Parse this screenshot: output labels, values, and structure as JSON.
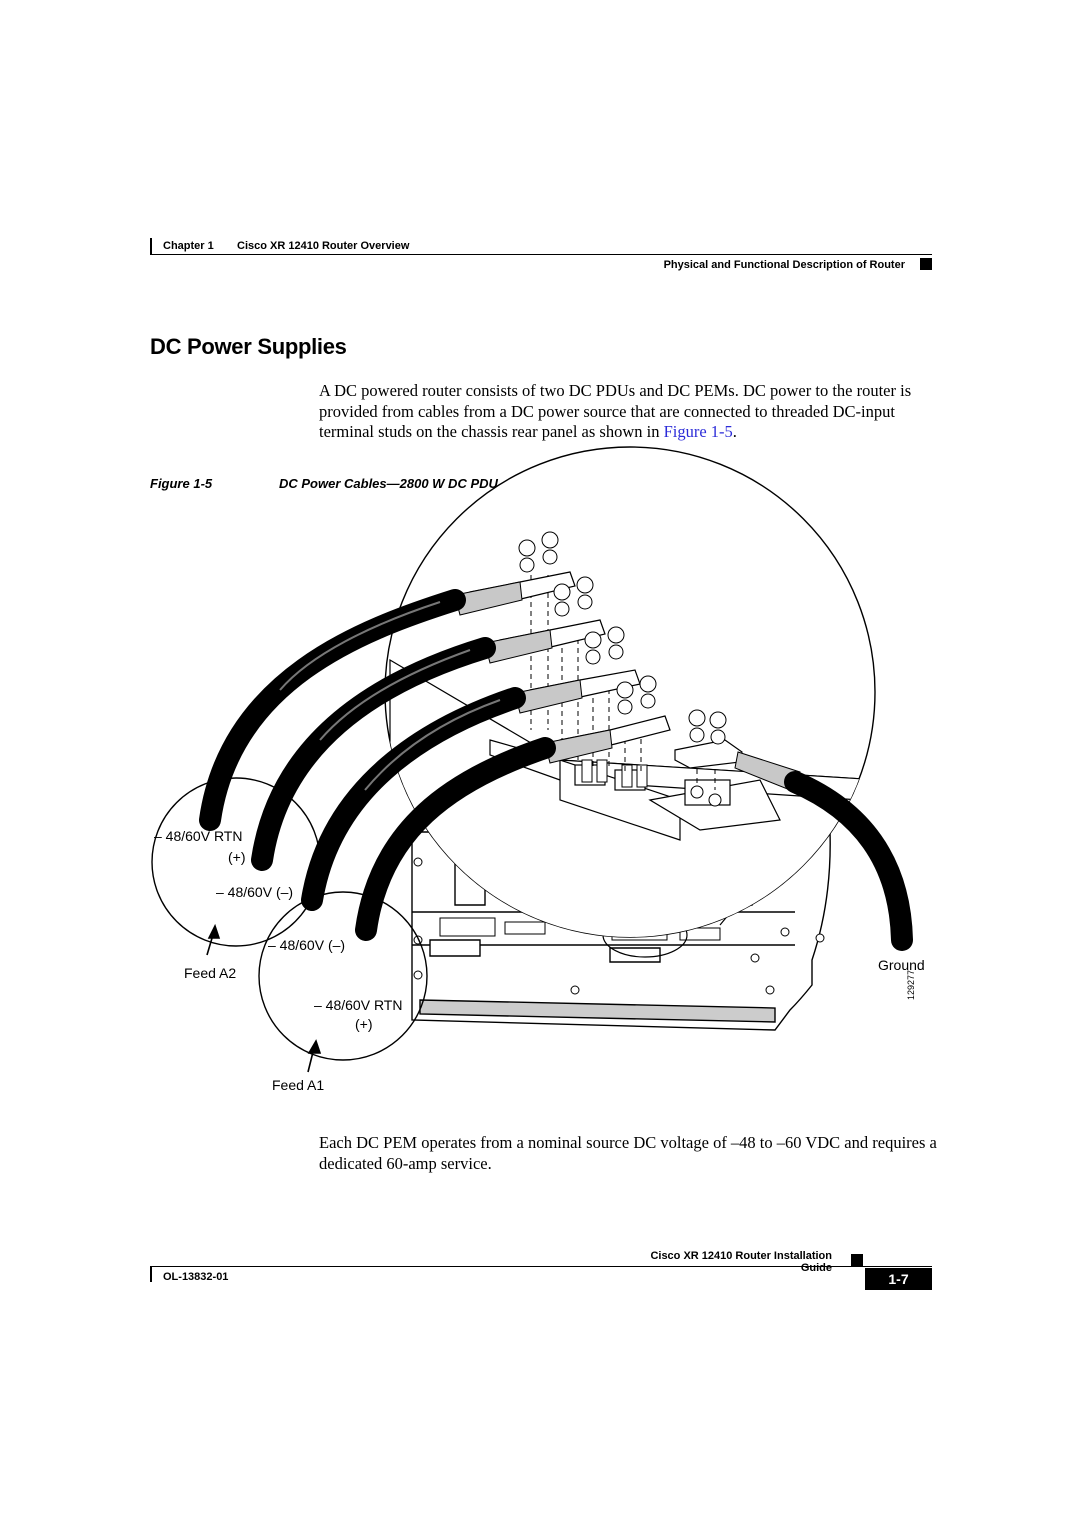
{
  "header": {
    "chapter": "Chapter 1",
    "chapter_title": "Cisco XR 12410 Router Overview",
    "section": "Physical and Functional Description of Router"
  },
  "section_title": "DC Power Supplies",
  "intro": {
    "text": "A DC powered router consists of two DC PDUs and DC PEMs. DC power to the router is provided from cables from a DC power source that are connected to threaded DC-input terminal studs on the chassis rear panel as shown in ",
    "link": "Figure 1-5",
    "end": "."
  },
  "figure": {
    "number": "Figure 1-5",
    "caption": "DC Power Cables—2800 W DC PDU",
    "labels": {
      "a2_rtn": "– 48/60V RTN",
      "a2_rtn_sign": "(+)",
      "a2_neg": "– 48/60V (–)",
      "feed_a2": "Feed A2",
      "a1_neg": "– 48/60V (–)",
      "a1_rtn": "– 48/60V RTN",
      "a1_rtn_sign": "(+)",
      "feed_a1": "Feed A1",
      "ground": "Ground",
      "art_id": "129277"
    }
  },
  "after_text": "Each DC PEM operates from a nominal source DC voltage of –48 to –60 VDC and requires a dedicated 60-amp service.",
  "footer": {
    "guide_title": "Cisco XR 12410 Router Installation Guide",
    "doc_id": "OL-13832-01",
    "page": "1-7"
  }
}
